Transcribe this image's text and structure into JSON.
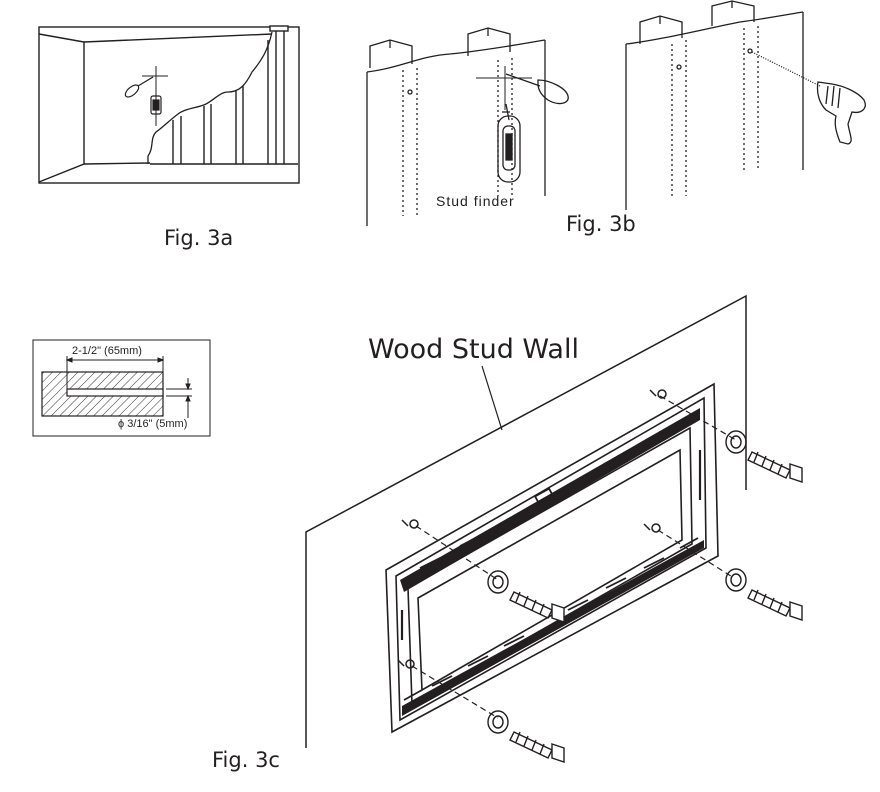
{
  "figures": {
    "fig_3a": {
      "caption": "Fig. 3a"
    },
    "fig_3b": {
      "caption": "Fig. 3b",
      "tool_label": "Stud finder"
    },
    "fig_3c": {
      "caption": "Fig. 3c",
      "wall_label": "Wood Stud Wall"
    }
  },
  "drill_detail": {
    "depth_label": "2-1/2\" (65mm)",
    "diameter_label": "ϕ 3/16\" (5mm)"
  },
  "icons": [
    "screwdriver-icon",
    "stud-finder-icon",
    "power-drill-icon",
    "lag-bolt-icon",
    "washer-icon"
  ]
}
